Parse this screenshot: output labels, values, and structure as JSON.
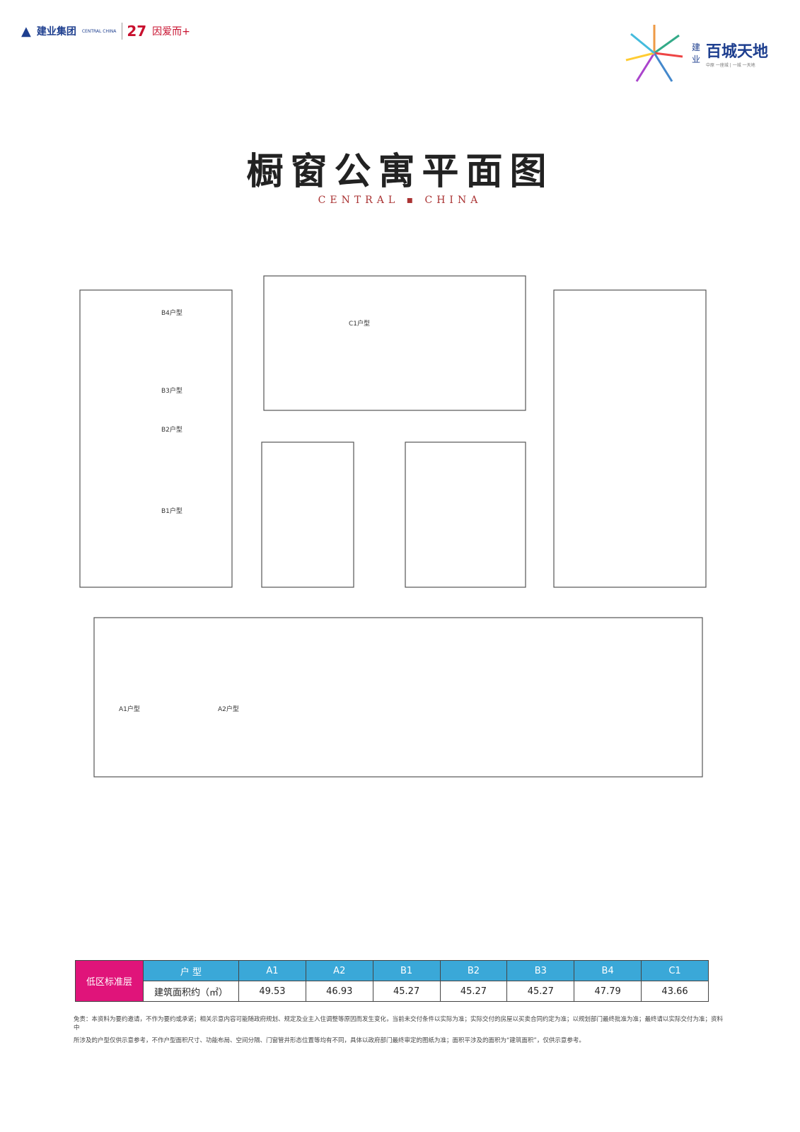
{
  "header": {
    "brand_cn": "建业集团",
    "brand_en": "CENTRAL CHINA",
    "slogan_num": "27",
    "slogan_text": "因爱而+",
    "project_prefix": "建\n业",
    "project_name": "百城天地",
    "project_tag": "中原 一座城 | 一城 一天地"
  },
  "title": "橱窗公寓平面图",
  "subtitle": "CENTRAL ▪ CHINA",
  "units": {
    "B4": "B4户型",
    "B3": "B3户型",
    "B2": "B2户型",
    "B1": "B1户型",
    "C1": "C1户型",
    "A1": "A1户型",
    "A2": "A2户型"
  },
  "area_table": {
    "floor_label": "低区标准层",
    "header_label": "户 型",
    "row_label": "建筑面积约（㎡）",
    "types": [
      "A1",
      "A2",
      "B1",
      "B2",
      "B3",
      "B4",
      "C1"
    ],
    "areas": [
      "49.53",
      "46.93",
      "45.27",
      "45.27",
      "45.27",
      "47.79",
      "43.66"
    ]
  },
  "disclaimer": "免责：本资料为要约邀请，不作为要约或承诺；相关示意内容可能随政府规划、规定及业主入住调整等原因而发生变化，当前未交付条件以实际为准；实际交付的房屋以买卖合同约定为准；以规划部门最终批准为准；最终请以实际交付为准；资料中",
  "disclaimer2": "所涉及的户型仅供示意参考，不作户型面积尺寸、功能布局、空间分隔、门窗管井形态位置等均有不同，具体以政府部门最终审定的图纸为准；面积平涉及的面积为“建筑面积”，仅供示意参考。",
  "colors": {
    "brand_blue": "#1e3f8f",
    "accent_red": "#c8102e",
    "table_blue": "#3aa8d8",
    "table_magenta": "#e0147a"
  }
}
